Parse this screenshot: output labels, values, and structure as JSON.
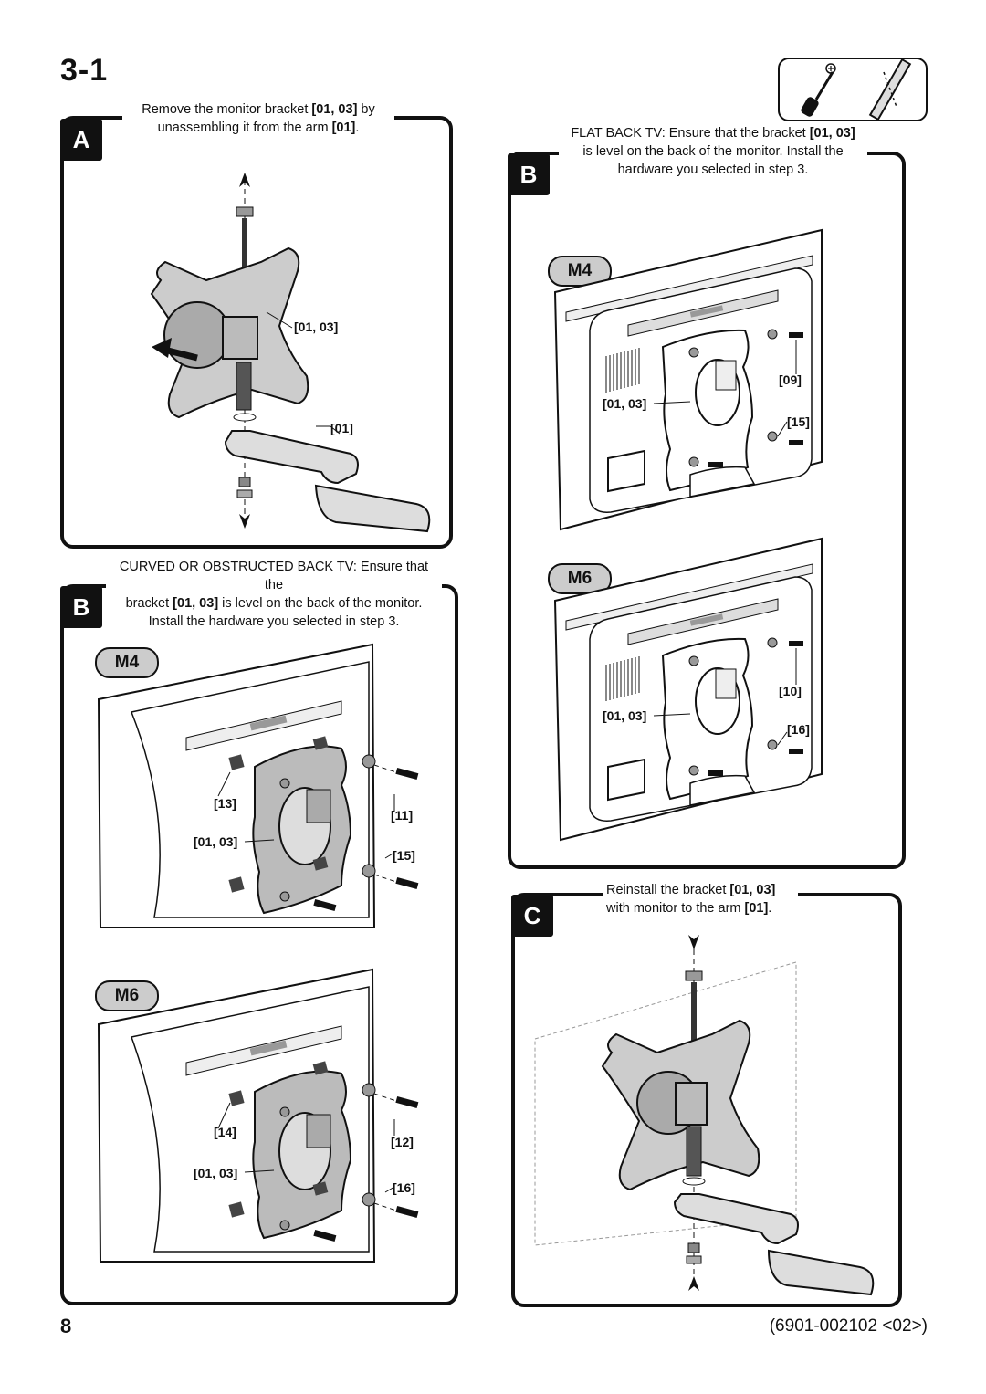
{
  "section": "3-1",
  "tools": {
    "icons": [
      "screwdriver-icon",
      "wrench-icon"
    ]
  },
  "step_a": {
    "tag": "A",
    "caption_line1_pre": "Remove the monitor bracket ",
    "caption_line1_bold": "[01, 03]",
    "caption_line1_post": " by",
    "caption_line2_pre": "unassembling it from the arm ",
    "caption_line2_bold": "[01]",
    "caption_line2_post": ".",
    "labels": {
      "bracket": "[01, 03]",
      "arm": "[01]"
    }
  },
  "step_b_curved": {
    "tag": "B",
    "caption_line1": "CURVED OR OBSTRUCTED BACK TV: Ensure that the",
    "caption_line2_pre": "bracket ",
    "caption_line2_bold": "[01, 03]",
    "caption_line2_post": " is level on the back of the monitor.",
    "caption_line3": "Install the hardware you selected in step 3.",
    "m4": {
      "tag": "M4",
      "labels": {
        "spacer": "[13]",
        "screw": "[11]",
        "bracket": "[01, 03]",
        "washer": "[15]"
      }
    },
    "m6": {
      "tag": "M6",
      "labels": {
        "spacer": "[14]",
        "screw": "[12]",
        "bracket": "[01, 03]",
        "washer": "[16]"
      }
    }
  },
  "step_b_flat": {
    "tag": "B",
    "caption_line1_pre": "FLAT BACK TV: Ensure that the bracket ",
    "caption_line1_bold": "[01, 03]",
    "caption_line2": "is level on the back of the monitor. Install the",
    "caption_line3": "hardware you selected in step 3.",
    "m4": {
      "tag": "M4",
      "labels": {
        "screw": "[09]",
        "bracket": "[01, 03]",
        "washer": "[15]"
      }
    },
    "m6": {
      "tag": "M6",
      "labels": {
        "screw": "[10]",
        "bracket": "[01, 03]",
        "washer": "[16]"
      }
    }
  },
  "step_c": {
    "tag": "C",
    "caption_line1_pre": "Reinstall the bracket ",
    "caption_line1_bold": "[01, 03]",
    "caption_line2_pre": "with monitor to the arm ",
    "caption_line2_bold": "[01]",
    "caption_line2_post": "."
  },
  "footer": {
    "page_number": "8",
    "doc_code": "(6901-002102 <02>)"
  }
}
